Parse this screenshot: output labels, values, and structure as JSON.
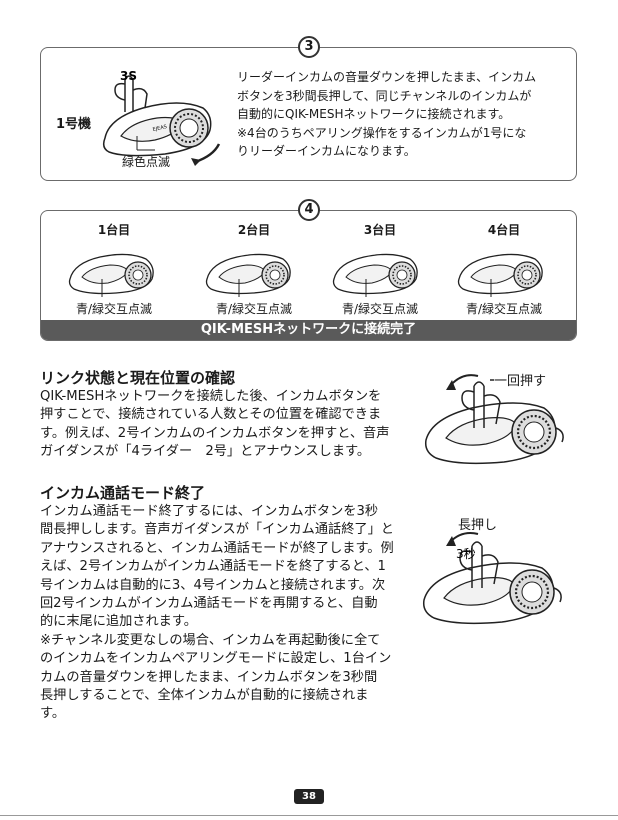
{
  "step3": {
    "number": "3",
    "device_label": "1号機",
    "press_label": "3S",
    "led_label": "緑色点滅",
    "text_lines": [
      "リーダーインカムの音量ダウンを押したまま、インカム",
      "ボタンを3秒間長押して、同じチャンネルのインカムが",
      "自動的にQIK-MESHネットワークに接続されます。",
      "※4台のうちペアリング操作をするインカムが1号にな",
      "りリーダーインカムになります。"
    ]
  },
  "step4": {
    "number": "4",
    "units": [
      {
        "title": "1台目",
        "status": "青/緑交互点滅"
      },
      {
        "title": "2台目",
        "status": "青/緑交互点滅"
      },
      {
        "title": "3台目",
        "status": "青/緑交互点滅"
      },
      {
        "title": "4台目",
        "status": "青/緑交互点滅"
      }
    ],
    "banner": "QIK-MESHネットワークに接続完了"
  },
  "link_section": {
    "title": "リンク状態と現在位置の確認",
    "lines": [
      "QIK-MESHネットワークを接続した後、インカムボタンを",
      "押すことで、接続されている人数とその位置を確認できま",
      "す。例えば、2号インカムのインカムボタンを押すと、音声",
      "ガイダンスが「4ライダー　2号」とアナウンスします。"
    ],
    "figure_label": "一回押す"
  },
  "end_section": {
    "title": "インカム通話モード終了",
    "lines": [
      "インカム通話モード終了するには、インカムボタンを3秒",
      "間長押しします。音声ガイダンスが「インカム通話終了」と",
      "アナウンスされると、インカム通話モードが終了します。例",
      "えば、2号インカムがインカム通話モードを終了すると、1",
      "号インカムは自動的に3、4号インカムと接続されます。次",
      "回2号インカムがインカム通話モードを再開すると、自動",
      "的に末尾に追加されます。",
      "※チャンネル変更なしの場合、インカムを再起動後に全て",
      "のインカムをインカムペアリングモードに設定し、1台イン",
      "カムの音量ダウンを押したまま、インカムボタンを3秒間",
      "長押しすることで、全体インカムが自動的に接続されま",
      "す。"
    ],
    "figure_label_top": "長押し",
    "figure_label_sec": "3秒"
  },
  "brand": "EJEAS",
  "page_number": "38"
}
